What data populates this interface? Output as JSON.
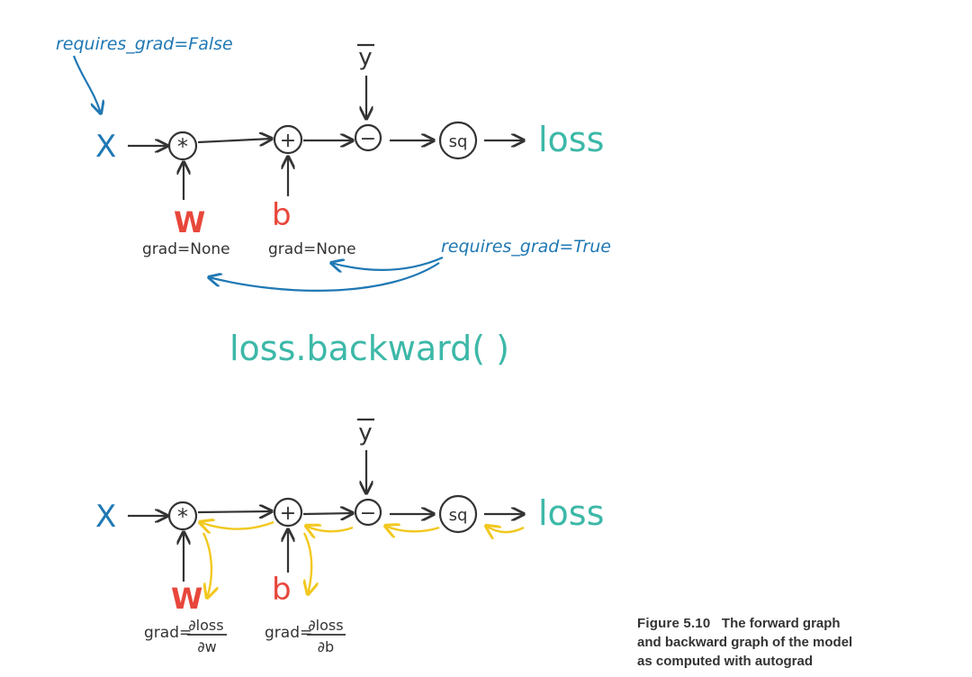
{
  "forward": {
    "annot_false": "requires_grad=False",
    "annot_true": "requires_grad=True",
    "x": "X",
    "y": "y",
    "w": "W",
    "b": "b",
    "op_mul": "*",
    "op_add": "+",
    "op_sub": "−",
    "op_sq": "sq",
    "loss": "loss",
    "w_grad": "grad=None",
    "b_grad": "grad=None"
  },
  "middle_label": "loss.backward( )",
  "backward": {
    "x": "X",
    "y": "y",
    "w": "W",
    "b": "b",
    "op_mul": "*",
    "op_add": "+",
    "op_sub": "−",
    "op_sq": "sq",
    "loss": "loss",
    "grad_prefix": "grad=",
    "w_num": "∂loss",
    "w_den": "∂w",
    "b_num": "∂loss",
    "b_den": "∂b"
  },
  "caption": {
    "label": "Figure 5.10",
    "line1": "The forward graph",
    "line2": "and backward graph of the model",
    "line3": "as computed with autograd"
  },
  "colors": {
    "blue": "#1f78b4",
    "teal": "#3cb8a8",
    "red": "#e8473b",
    "yellow": "#f2c81e",
    "ink": "#333333"
  }
}
